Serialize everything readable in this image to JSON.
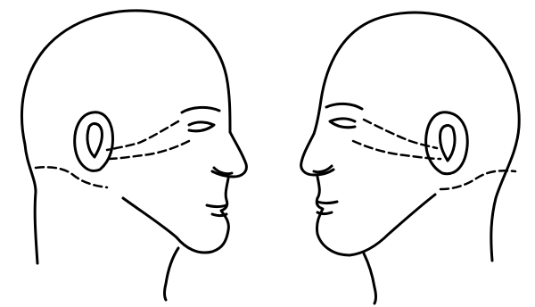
{
  "figure": {
    "heads": [
      {
        "facing": "right",
        "guide_lines": "dashed"
      },
      {
        "facing": "left",
        "guide_lines": "dashed"
      }
    ]
  },
  "colors": {
    "background": "#ffffff",
    "ink": "#000000"
  }
}
